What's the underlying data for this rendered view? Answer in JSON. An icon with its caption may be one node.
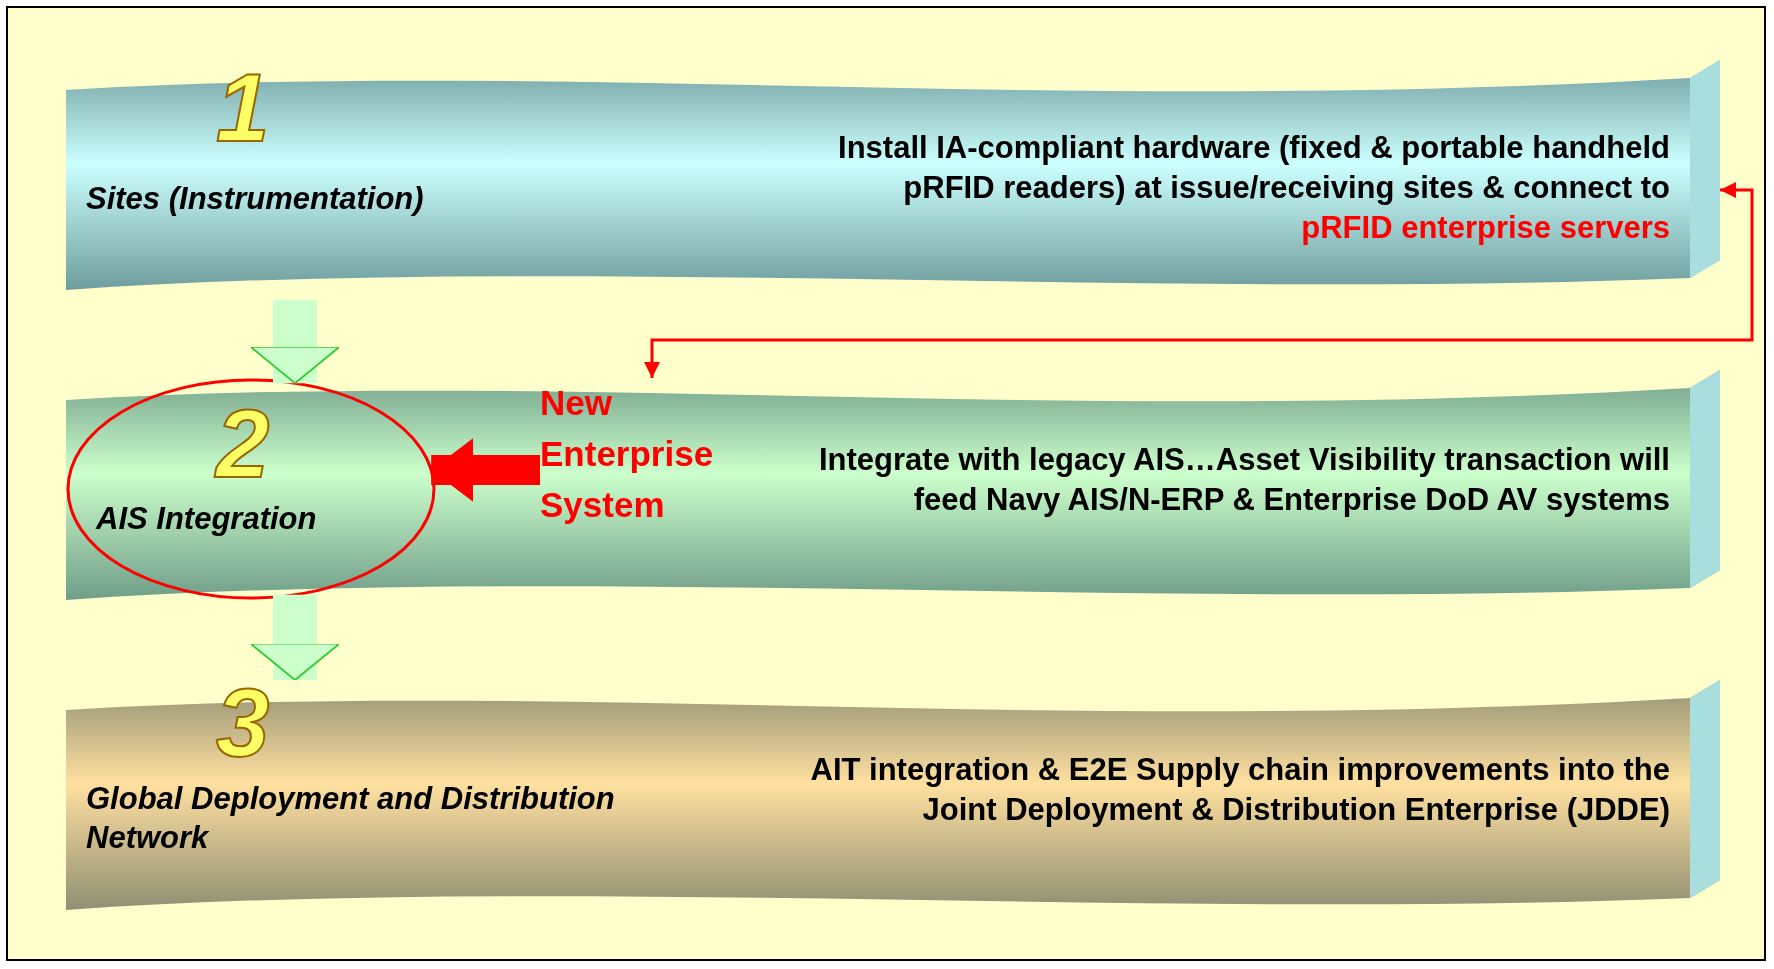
{
  "diagram": {
    "nodes": [
      {
        "text": [
          "1",
          "Sites  (Instrumentation)",
          "Install IA-compliant hardware (fixed & portable handheld pRFID readers) at issue/receiving sites & connect to",
          "pRFID enterprise servers"
        ]
      },
      {
        "text": [
          "Integrate with legacy AIS…Asset Visibility transaction will feed Navy AIS/N-ERP & Enterprise DoD AV systems"
        ]
      },
      {
        "text": [
          "2",
          "AIS Integration"
        ],
        "in": 1
      },
      {
        "text": [
          "New Enterprise System"
        ],
        "in": 1
      },
      {
        "text": [
          "3",
          "Global Deployment and Distribution Network",
          "AIT integration & E2E Supply chain improvements into the Joint Deployment & Distribution Enterprise (JDDE)"
        ]
      }
    ],
    "edges": [
      {
        "from": 0,
        "to": 2,
        "arrow": "to",
        "color": "#ccffcc"
      },
      {
        "from": 0,
        "to": 3,
        "arrow": "both",
        "color": "#ff0000"
      },
      {
        "from": 3,
        "to": 2,
        "arrow": "to",
        "color": "#ff0000"
      },
      {
        "from": 2,
        "to": 4,
        "arrow": "to",
        "color": "#ccffcc"
      }
    ]
  }
}
